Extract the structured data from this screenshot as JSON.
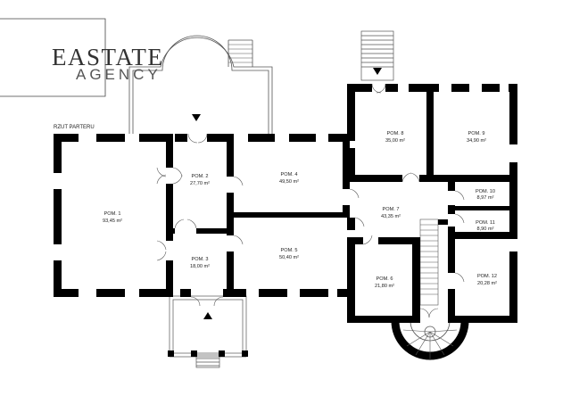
{
  "logo": {
    "brand": "EASTATE",
    "sub": "AGENCY"
  },
  "floor_title": "RZUT PARTERU",
  "rooms": [
    {
      "name": "POM. 1",
      "area": "93,45 m²"
    },
    {
      "name": "POM. 2",
      "area": "27,70 m²"
    },
    {
      "name": "POM. 3",
      "area": "18,00 m²"
    },
    {
      "name": "POM. 4",
      "area": "49,50 m²"
    },
    {
      "name": "POM. 5",
      "area": "50,40 m²"
    },
    {
      "name": "POM. 6",
      "area": "21,80 m²"
    },
    {
      "name": "POM. 7",
      "area": "43,35 m²"
    },
    {
      "name": "POM. 8",
      "area": "35,00 m²"
    },
    {
      "name": "POM. 9",
      "area": "34,90 m²"
    },
    {
      "name": "POM. 10",
      "area": "8,97 m²"
    },
    {
      "name": "POM. 11",
      "area": "8,90 m²"
    },
    {
      "name": "POM. 12",
      "area": "20,28 m²"
    }
  ],
  "colors": {
    "wall": "#000000",
    "line": "#555555",
    "background": "#ffffff"
  }
}
